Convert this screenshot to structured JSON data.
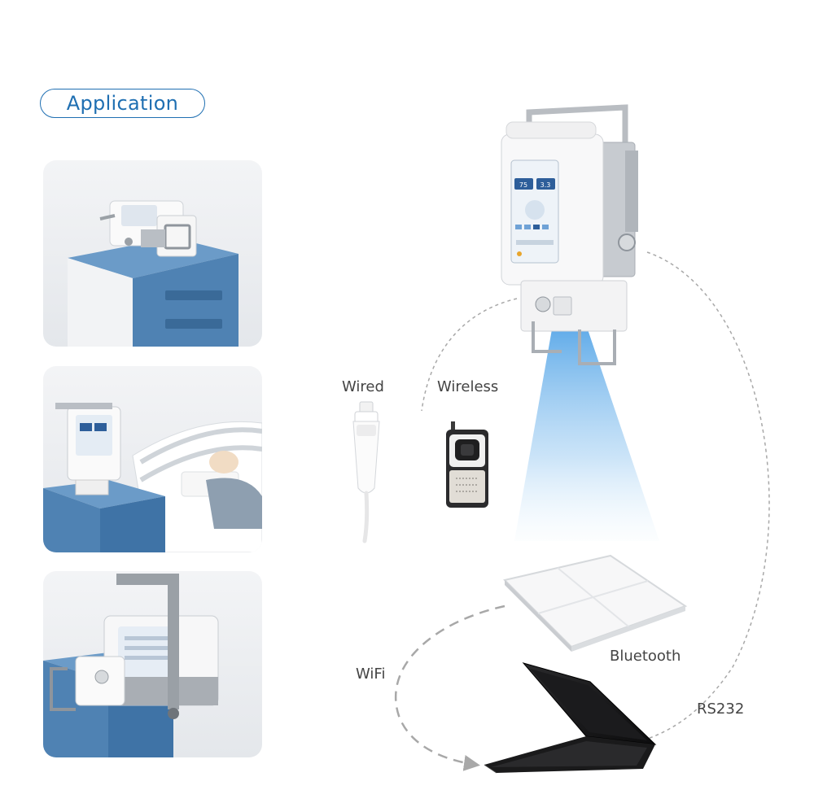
{
  "header": {
    "title": "Application"
  },
  "connections": {
    "wired": "Wired",
    "wireless": "Wireless",
    "bluetooth": "Bluetooth",
    "wifi": "WiFi",
    "rs232": "RS232"
  },
  "device_screen": {
    "value_left": "75",
    "value_right": "3.3"
  },
  "colors": {
    "accent": "#1f6fb2",
    "beam": "#5aa8e8",
    "cabinet": "#4f82b3",
    "dashed_line": "#a8a8a8"
  },
  "icons": [
    "hand-switch-icon",
    "remote-control-icon",
    "laptop-icon",
    "detector-panel-icon",
    "xray-unit-icon"
  ]
}
